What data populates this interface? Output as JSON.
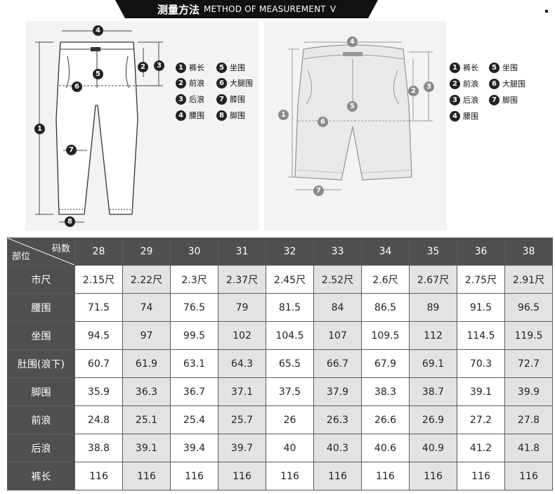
{
  "header": {
    "title_cn": "测量方法",
    "title_en": "METHOD OF MEASUREMENT",
    "chevron": "V"
  },
  "left_legend": [
    {
      "num": "1",
      "label": "裤长"
    },
    {
      "num": "5",
      "label": "坐围"
    },
    {
      "num": "2",
      "label": "前浪"
    },
    {
      "num": "6",
      "label": "大腿围"
    },
    {
      "num": "3",
      "label": "后浪"
    },
    {
      "num": "7",
      "label": "膝围"
    },
    {
      "num": "4",
      "label": "腰围"
    },
    {
      "num": "8",
      "label": "脚围"
    }
  ],
  "right_legend": [
    {
      "num": "1",
      "label": "裤长"
    },
    {
      "num": "5",
      "label": "坐围"
    },
    {
      "num": "2",
      "label": "前浪"
    },
    {
      "num": "6",
      "label": "大腿围"
    },
    {
      "num": "3",
      "label": "后浪"
    },
    {
      "num": "7",
      "label": "脚围"
    },
    {
      "num": "4",
      "label": "腰围"
    }
  ],
  "left_markers": [
    "4",
    "2",
    "3",
    "5",
    "6",
    "1",
    "7",
    "8"
  ],
  "right_markers": [
    "4",
    "2",
    "3",
    "5",
    "1",
    "6",
    "7"
  ],
  "table": {
    "corner_top": "码数",
    "corner_bottom": "部位",
    "sizes": [
      "28",
      "29",
      "30",
      "31",
      "32",
      "33",
      "34",
      "35",
      "36",
      "38"
    ],
    "rows": [
      {
        "label": "市尺",
        "values": [
          "2.15尺",
          "2.22尺",
          "2.3尺",
          "2.37尺",
          "2.45尺",
          "2.52尺",
          "2.6尺",
          "2.67尺",
          "2.75尺",
          "2.91尺"
        ]
      },
      {
        "label": "腰围",
        "values": [
          "71.5",
          "74",
          "76.5",
          "79",
          "81.5",
          "84",
          "86.5",
          "89",
          "91.5",
          "96.5"
        ]
      },
      {
        "label": "坐围",
        "values": [
          "94.5",
          "97",
          "99.5",
          "102",
          "104.5",
          "107",
          "109.5",
          "112",
          "114.5",
          "119.5"
        ]
      },
      {
        "label": "肚围(浪下)",
        "values": [
          "60.7",
          "61.9",
          "63.1",
          "64.3",
          "65.5",
          "66.7",
          "67.9",
          "69.1",
          "70.3",
          "72.7"
        ]
      },
      {
        "label": "脚围",
        "values": [
          "35.9",
          "36.3",
          "36.7",
          "37.1",
          "37.5",
          "37.9",
          "38.3",
          "38.7",
          "39.1",
          "39.9"
        ]
      },
      {
        "label": "前浪",
        "values": [
          "24.8",
          "25.1",
          "25.4",
          "25.7",
          "26",
          "26.3",
          "26.6",
          "26.9",
          "27.2",
          "27.8"
        ]
      },
      {
        "label": "后浪",
        "values": [
          "38.8",
          "39.1",
          "39.4",
          "39.7",
          "40",
          "40.3",
          "40.6",
          "40.9",
          "41.2",
          "41.8"
        ]
      },
      {
        "label": "裤长",
        "values": [
          "116",
          "116",
          "116",
          "116",
          "116",
          "116",
          "116",
          "116",
          "116",
          "116"
        ]
      }
    ]
  },
  "colors": {
    "header_bg": "#111111",
    "table_head_bg": "#4f4f4f",
    "stripe": "#e3e3e3",
    "panel_bg": "#f3f3f3",
    "badge_dark": "#222222",
    "badge_grey": "#8a8a8a"
  }
}
